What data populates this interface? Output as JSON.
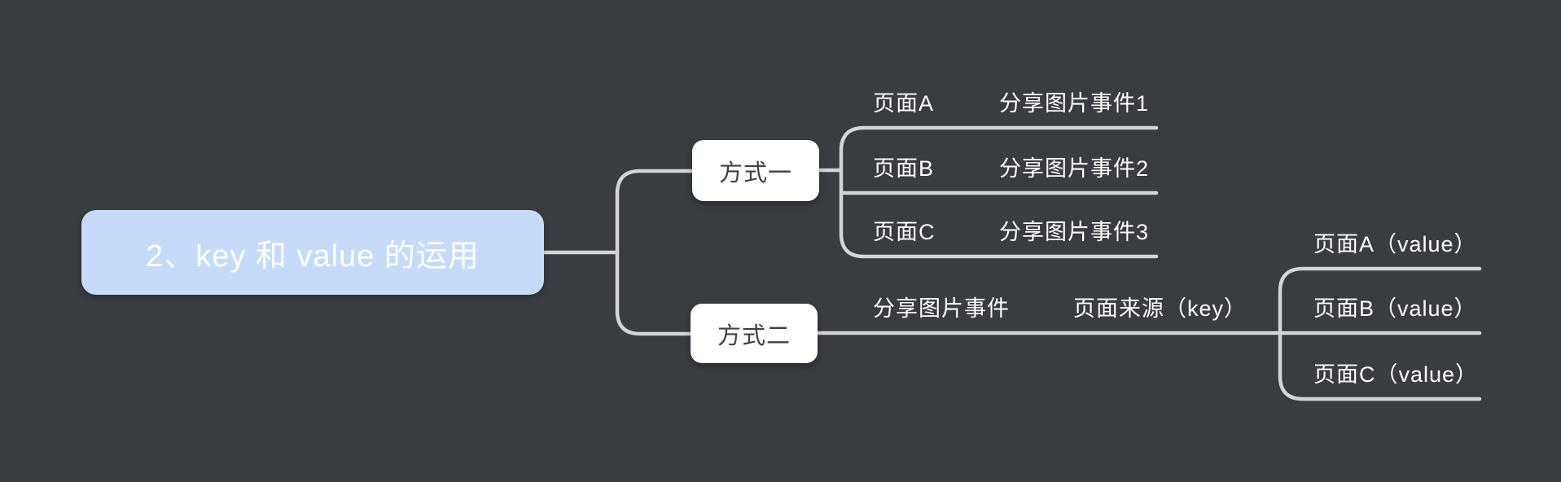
{
  "canvas": {
    "background_color": "#393c41",
    "connector_color": "#d3d4d6"
  },
  "root": {
    "label": "2、key 和 value 的运用",
    "fill_color": "#c6dbf9",
    "text_color": "#ffffff"
  },
  "method1": {
    "label": "方式一",
    "fill_color": "#ffffff",
    "text_color": "#3d434a",
    "rows": [
      {
        "page": "页面A",
        "event": "分享图片事件1"
      },
      {
        "page": "页面B",
        "event": "分享图片事件2"
      },
      {
        "page": "页面C",
        "event": "分享图片事件3"
      }
    ]
  },
  "method2": {
    "label": "方式二",
    "fill_color": "#ffffff",
    "text_color": "#3d434a",
    "event": "分享图片事件",
    "key": "页面来源（key）",
    "values": [
      {
        "label": "页面A（value）"
      },
      {
        "label": "页面B（value）"
      },
      {
        "label": "页面C（value）"
      }
    ]
  }
}
